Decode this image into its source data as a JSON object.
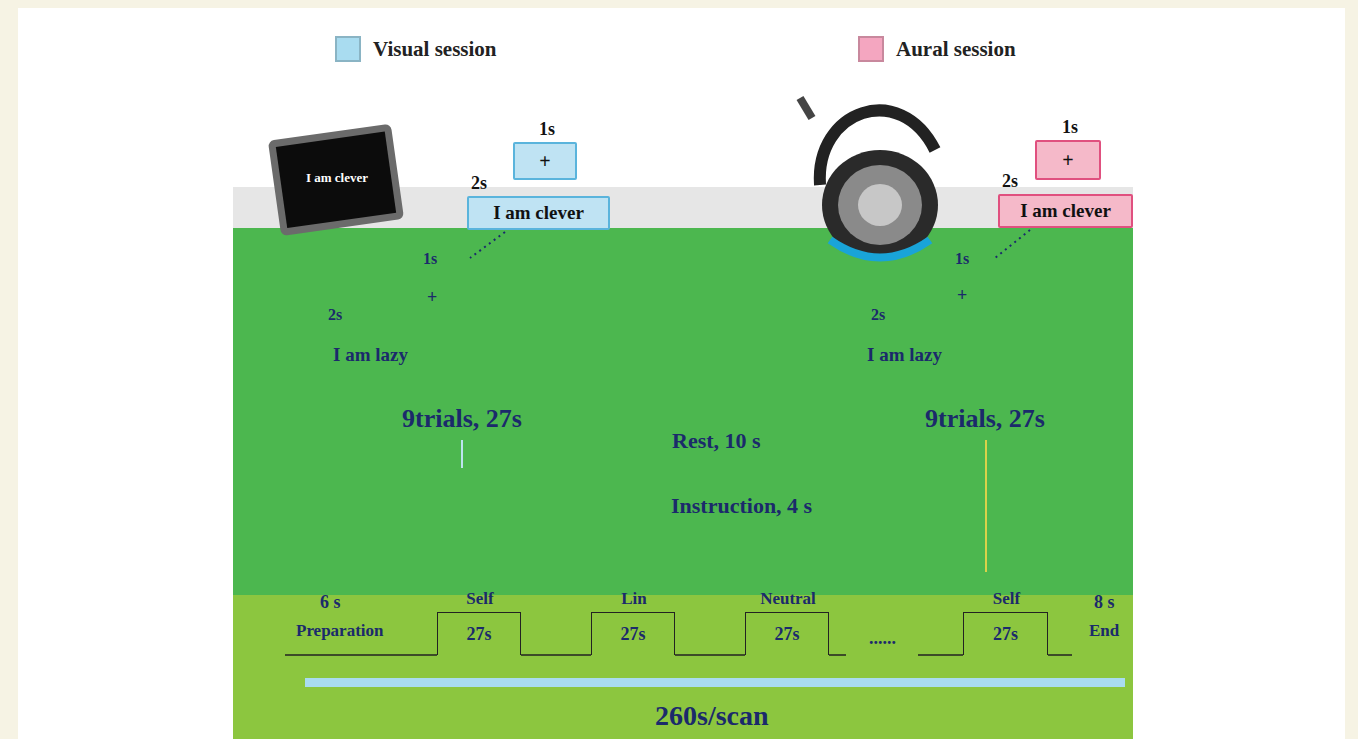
{
  "diagram": {
    "nodes": [
      {
        "text": [
          "I am clever"
        ]
      },
      {
        "text": [
          "1s",
          "+"
        ]
      },
      {
        "text": [
          "2s",
          "I am clever"
        ]
      },
      {
        "text": [
          "1s",
          "+"
        ]
      },
      {
        "text": [
          "2s",
          "I am clever"
        ]
      },
      {
        "text": [
          "Self",
          "27s"
        ]
      },
      {
        "text": [
          "Lin",
          "27s"
        ]
      },
      {
        "text": [
          "Neutral",
          "27s"
        ]
      },
      {
        "text": [
          "Self",
          "27s"
        ]
      }
    ],
    "labels": [
      "1s",
      "+",
      "2s",
      "I am lazy",
      "1s",
      "+",
      "2s",
      "I am lazy",
      "9trials, 27s",
      "9trials, 27s",
      "Rest, 10 s",
      "Instruction, 4 s",
      "6 s",
      "Preparation",
      "......",
      "8 s",
      "End",
      "260s/scan"
    ],
    "legend": [
      {
        "text": "Visual session",
        "color": "#a9dcf0"
      },
      {
        "text": "Aural session",
        "color": "#f4a6c0"
      }
    ]
  }
}
